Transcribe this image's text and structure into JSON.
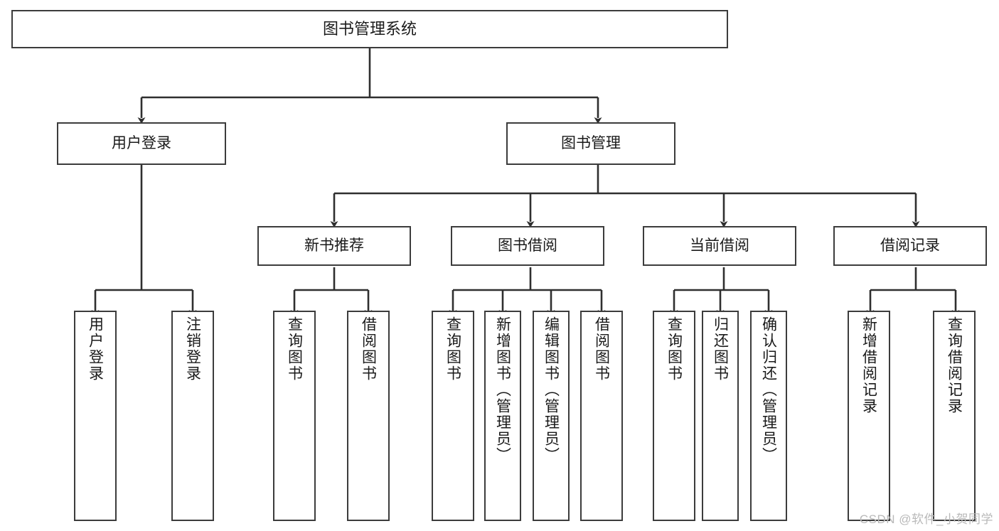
{
  "diagram": {
    "title": "图书管理系统",
    "type": "tree-hierarchy-diagram",
    "background_color": "#ffffff",
    "border_color": "#3c3c3c",
    "text_color": "#1a1a1a",
    "nodes": {
      "root": {
        "label": "图书管理系统"
      },
      "level2": [
        {
          "label": "用户登录"
        },
        {
          "label": "图书管理"
        }
      ],
      "level3": [
        {
          "label": "新书推荐"
        },
        {
          "label": "图书借阅"
        },
        {
          "label": "当前借阅"
        },
        {
          "label": "借阅记录"
        }
      ],
      "leaves": [
        {
          "label": "用户登录",
          "parent": "用户登录"
        },
        {
          "label": "注销登录",
          "parent": "用户登录"
        },
        {
          "label": "查询图书",
          "parent": "新书推荐"
        },
        {
          "label": "借阅图书",
          "parent": "新书推荐"
        },
        {
          "label": "查询图书",
          "parent": "图书借阅"
        },
        {
          "label": "新增图书（管理员）",
          "parent": "图书借阅"
        },
        {
          "label": "编辑图书（管理员）",
          "parent": "图书借阅"
        },
        {
          "label": "借阅图书",
          "parent": "图书借阅"
        },
        {
          "label": "查询图书",
          "parent": "当前借阅"
        },
        {
          "label": "归还图书",
          "parent": "当前借阅"
        },
        {
          "label": "确认归还（管理员）",
          "parent": "当前借阅"
        },
        {
          "label": "新增借阅记录",
          "parent": "借阅记录"
        },
        {
          "label": "查询借阅记录",
          "parent": "借阅记录"
        }
      ]
    },
    "watermark": "CSDN @软件_小贺同学"
  }
}
